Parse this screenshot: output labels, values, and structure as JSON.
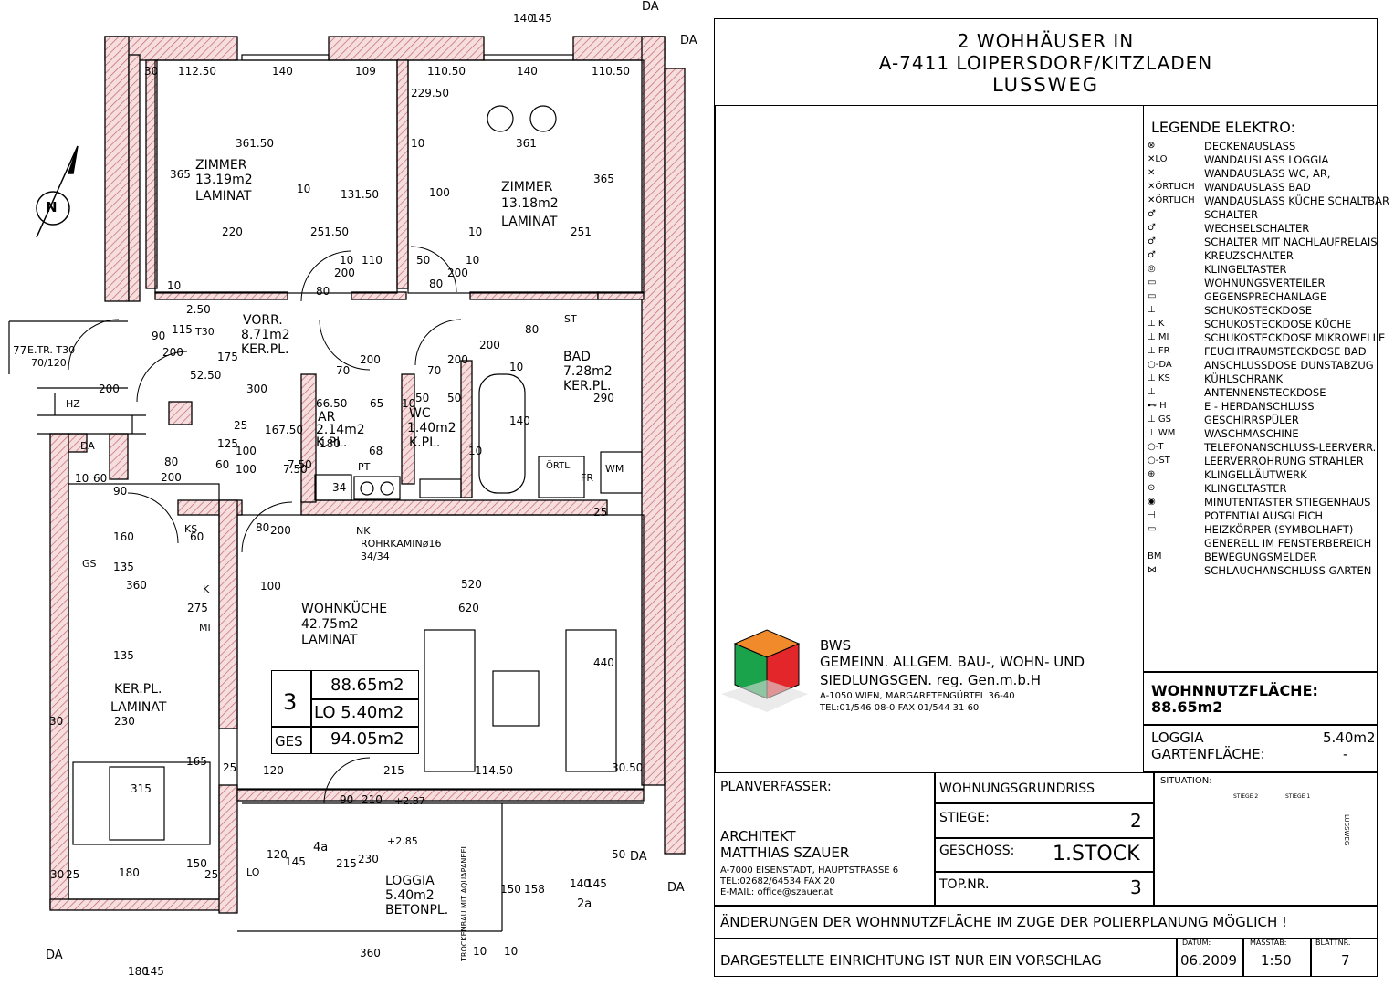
{
  "project": {
    "line1": "2  WOHHÄUSER IN",
    "line2": "A-7411 LOIPERSDORF/KITZLADEN",
    "line3": "LUSSWEG"
  },
  "legend": {
    "title": "LEGENDE ELEKTRO:",
    "items": [
      {
        "sym": "⊗",
        "label": "DECKENAUSLASS"
      },
      {
        "sym": "✕LO",
        "label": "WANDAUSLASS LOGGIA"
      },
      {
        "sym": "✕",
        "label": "WANDAUSLASS WC, AR,"
      },
      {
        "sym": "✕ÖRTLICH",
        "label": "WANDAUSLASS BAD"
      },
      {
        "sym": "✕ÖRTLICH",
        "label": "WANDAUSLASS KÜCHE SCHALTBAR"
      },
      {
        "sym": "♂",
        "label": "SCHALTER"
      },
      {
        "sym": "♂",
        "label": "WECHSELSCHALTER"
      },
      {
        "sym": "♂",
        "label": "SCHALTER MIT NACHLAUFRELAIS"
      },
      {
        "sym": "♂",
        "label": "KREUZSCHALTER"
      },
      {
        "sym": "◎",
        "label": "KLINGELTASTER"
      },
      {
        "sym": "▭",
        "label": "WOHNUNGSVERTEILER"
      },
      {
        "sym": "▭",
        "label": "GEGENSPRECHANLAGE"
      },
      {
        "sym": "⊥",
        "label": "SCHUKOSTECKDOSE"
      },
      {
        "sym": "⊥ K",
        "label": "SCHUKOSTECKDOSE KÜCHE"
      },
      {
        "sym": "⊥ MI",
        "label": "SCHUKOSTECKDOSE MIKROWELLE"
      },
      {
        "sym": "⊥ FR",
        "label": "FEUCHTRAUMSTECKDOSE BAD"
      },
      {
        "sym": "○-DA",
        "label": "ANSCHLUSSDOSE DUNSTABZUG"
      },
      {
        "sym": "⊥ KS",
        "label": "KÜHLSCHRANK"
      },
      {
        "sym": "⊥",
        "label": "ANTENNENSTECKDOSE"
      },
      {
        "sym": "⊷ H",
        "label": "E - HERDANSCHLUSS"
      },
      {
        "sym": "⊥ GS",
        "label": "GESCHIRRSPÜLER"
      },
      {
        "sym": "⊥ WM",
        "label": "WASCHMASCHINE"
      },
      {
        "sym": "○-T",
        "label": "TELEFONANSCHLUSS-LEERVERR."
      },
      {
        "sym": "○-ST",
        "label": "LEERVERROHRUNG STRAHLER"
      },
      {
        "sym": "⊕",
        "label": "KLINGELLÄUTWERK"
      },
      {
        "sym": "⊙",
        "label": "KLINGELTASTER"
      },
      {
        "sym": "◉",
        "label": "MINUTENTASTER STIEGENHAUS"
      },
      {
        "sym": "⊣",
        "label": "POTENTIALAUSGLEICH"
      },
      {
        "sym": "▭",
        "label": "HEIZKÖRPER (SYMBOLHAFT)"
      },
      {
        "sym": "",
        "label": "GENERELL IM FENSTERBEREICH"
      },
      {
        "sym": "BM",
        "label": "BEWEGUNGSMELDER"
      },
      {
        "sym": "⋈",
        "label": "SCHLAUCHANSCHLUSS GARTEN"
      }
    ]
  },
  "bws": {
    "name": "BWS",
    "line1": "GEMEINN. ALLGEM. BAU-, WOHN- UND",
    "line2": "SIEDLUNGSGEN. reg. Gen.m.b.H",
    "addr": "A-1050 WIEN, MARGARETENGÜRTEL 36-40",
    "tel": "TEL:01/546 08-0 FAX 01/544 31 60"
  },
  "summary": {
    "wnf_label": "WOHNNUTZFLÄCHE:",
    "wnf_value": "88.65m2",
    "loggia_label": "LOGGIA",
    "loggia_value": "5.40m2",
    "garten_label": "GARTENFLÄCHE:",
    "garten_value": "-"
  },
  "titleblock": {
    "planverfasser": "PLANVERFASSER:",
    "arch1": "ARCHITEKT",
    "arch2": "MATTHIAS SZAUER",
    "addr": "A-7000 EISENSTADT, HAUPTSTRASSE 6",
    "tel": "TEL:02682/64534 FAX 20",
    "mail": "E-MAIL: office@szauer.at",
    "plan_type": "WOHNUNGSGRUNDRISS",
    "stiege_label": "STIEGE:",
    "stiege_value": "2",
    "geschoss_label": "GESCHOSS:",
    "geschoss_value": "1.STOCK",
    "top_label": "TOP.NR.",
    "top_value": "3",
    "situation": "SITUATION:",
    "stiege2": "STIEGE 2",
    "stiege1": "STIEGE 1",
    "lussweg": "LUSSWEG",
    "note1": "ÄNDERUNGEN DER WOHNNUTZFLÄCHE IM ZUGE DER POLIERPLANUNG MÖGLICH !",
    "note2": "DARGESTELLTE EINRICHTUNG IST NUR EIN VORSCHLAG",
    "datum_label": "DATUM:",
    "datum_value": "06.2009",
    "masstab_label": "MASSTAB:",
    "masstab_value": "1:50",
    "blatt_label": "BLATTNR.",
    "blatt_value": "7"
  },
  "rooms": [
    {
      "name": "ZIMMER",
      "area": "13.19m2",
      "floor": "LAMINAT"
    },
    {
      "name": "ZIMMER",
      "area": "13.18m2",
      "floor": "LAMINAT"
    },
    {
      "name": "VORR.",
      "area": "8.71m2",
      "floor": "KER.PL."
    },
    {
      "name": "BAD",
      "area": "7.28m2",
      "floor": "KER.PL."
    },
    {
      "name": "AR",
      "area": "2.14m2",
      "floor": "K.PL."
    },
    {
      "name": "WC",
      "area": "1.40m2",
      "floor": "K.PL."
    },
    {
      "name": "WOHNKÜCHE",
      "area": "42.75m2",
      "floor": "LAMINAT"
    },
    {
      "name": "LOGGIA",
      "area": "5.40m2",
      "floor": "BETONPL."
    }
  ],
  "kitchen_floor": {
    "a": "KER.PL.",
    "b": "LAMINAT"
  },
  "areas_box": {
    "top": "3",
    "wnf": "88.65m2",
    "lo": "LO 5.40m2",
    "ges_label": "GES",
    "ges": "94.05m2"
  },
  "labels": {
    "rohrkamin": "ROHRKAMINø16",
    "rohrkamin_dim": "34/34",
    "nk": "NK",
    "trockenbau": "TROCKENBAU MIT AQUAPANEEL",
    "etr": "E.TR. T30",
    "etr_dim": "70/120",
    "t30": "T30",
    "hz": "HZ",
    "da": "DA",
    "pt": "PT",
    "ortl": "ÖRTL.",
    "wm": "WM",
    "fr": "FR",
    "st": "ST",
    "gs": "GS",
    "ks": "KS",
    "mi": "MI",
    "k": "K",
    "lo": "LO",
    "level1": "+2.87",
    "level2": "+2.85",
    "axis4": "4a",
    "axis2": "2a",
    "north": "N"
  },
  "dims": {
    "top": [
      "30",
      "112.50",
      "140",
      "109",
      "110.50",
      "140",
      "110.50",
      "229.50",
      "361.50",
      "10",
      "361",
      "365",
      "365",
      "10",
      "131.50",
      "100",
      "220",
      "251.50",
      "251",
      "10",
      "110",
      "10",
      "50",
      "10",
      "10",
      "80",
      "200",
      "80",
      "200",
      "80",
      "200"
    ],
    "mid": [
      "200",
      "115",
      "2.50",
      "175",
      "300",
      "52.50",
      "7.50",
      "167.50",
      "25",
      "66.50",
      "65",
      "10",
      "50",
      "50",
      "70",
      "200",
      "70",
      "200",
      "10",
      "140",
      "290",
      "68",
      "7.50",
      "10",
      "100",
      "60",
      "125",
      "100",
      "180",
      "34",
      "25"
    ],
    "kitchen": [
      "10",
      "60",
      "80",
      "200",
      "90",
      "160",
      "60",
      "135",
      "360",
      "275",
      "135",
      "80",
      "200",
      "100",
      "520",
      "620",
      "440",
      "230",
      "30",
      "165",
      "315",
      "150",
      "180",
      "30",
      "25",
      "25",
      "120",
      "215",
      "114.50",
      "30.50",
      "25",
      "90",
      "210",
      "145",
      "120",
      "215",
      "230",
      "360",
      "150",
      "158",
      "10",
      "50",
      "10",
      "180",
      "145",
      "140",
      "145",
      "140",
      "145",
      "77",
      "90",
      "200"
    ]
  }
}
